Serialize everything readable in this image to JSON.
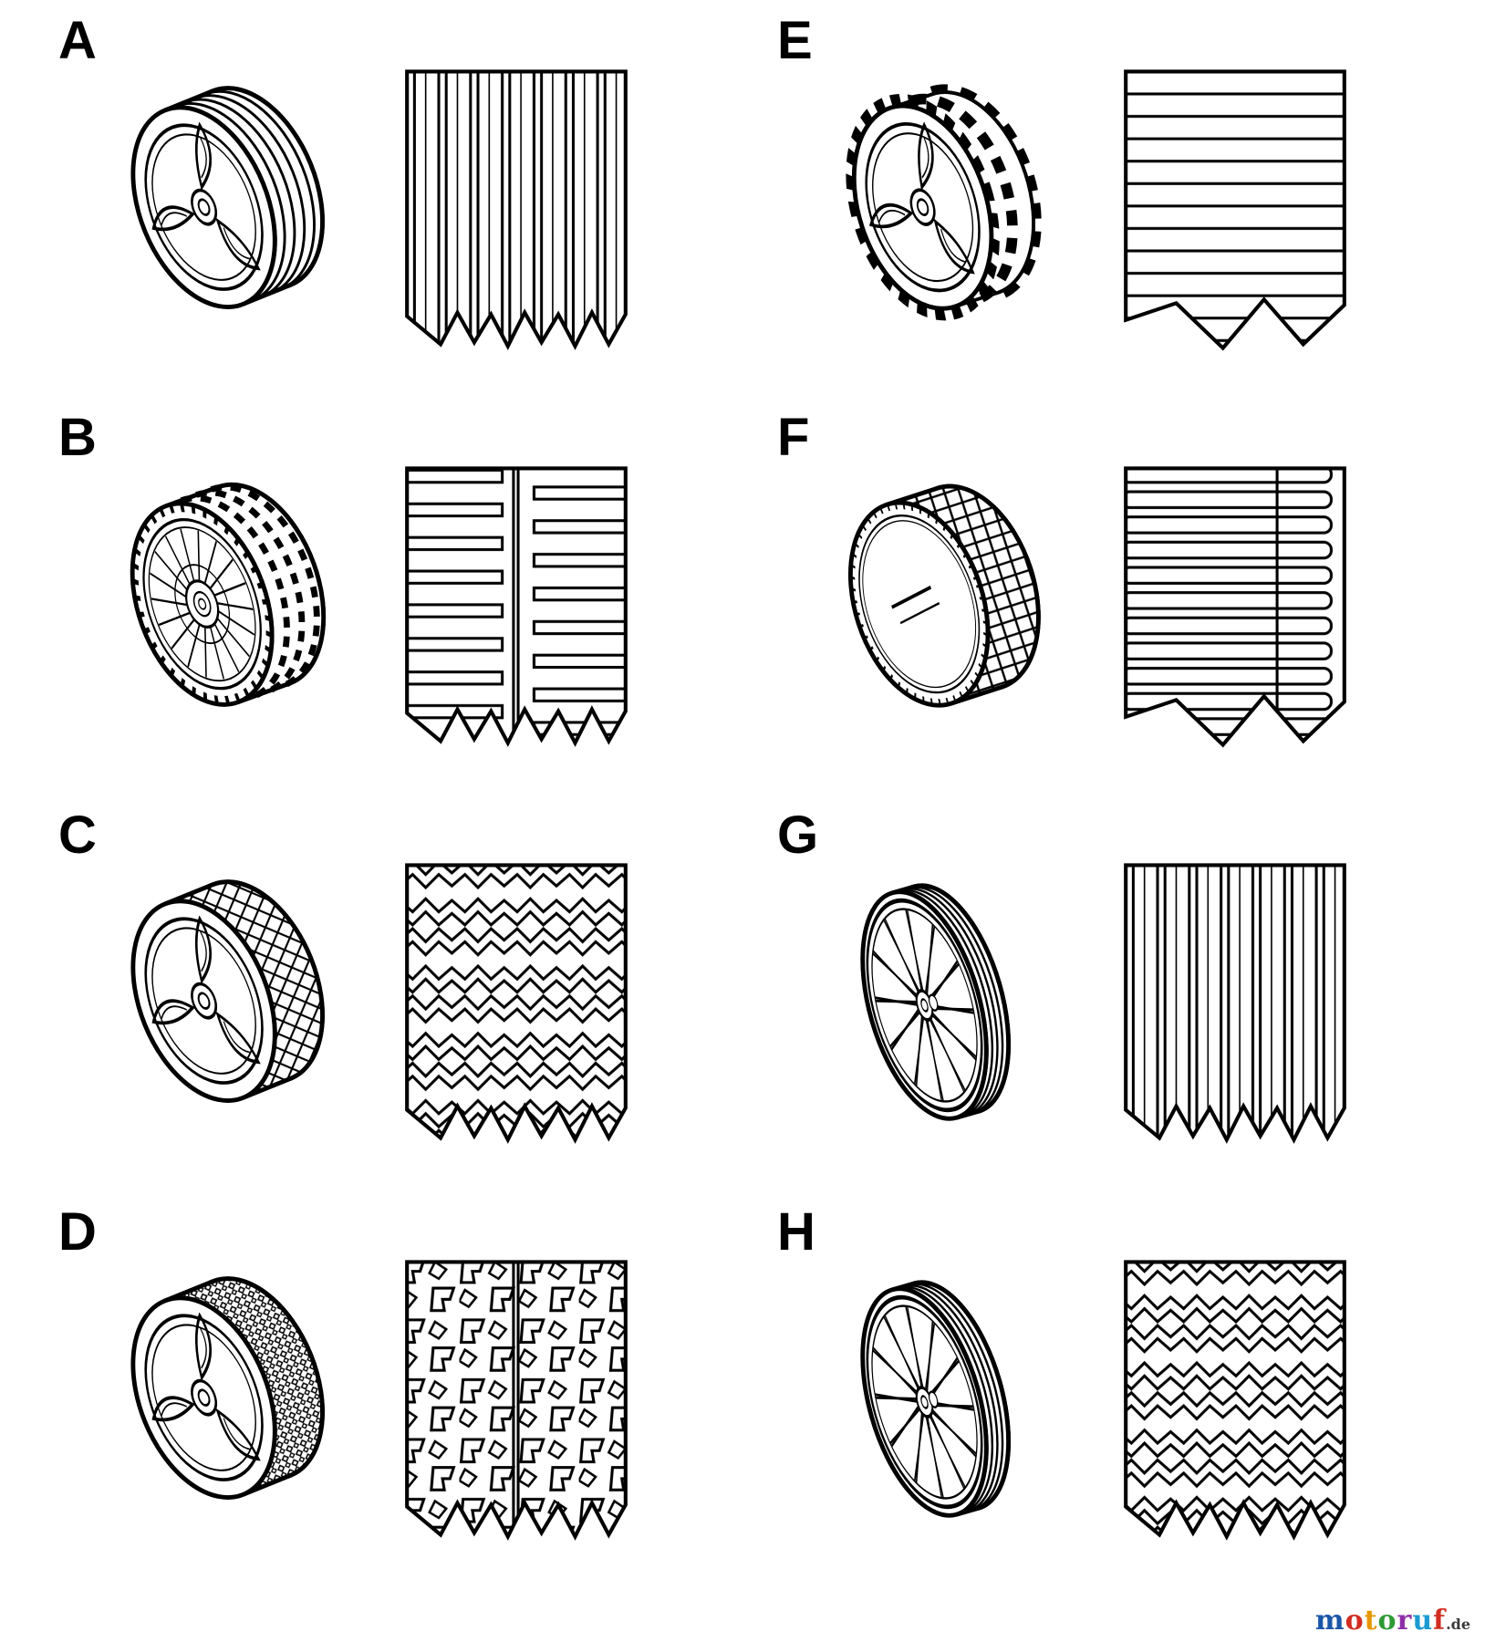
{
  "cells": [
    {
      "label": "A",
      "wheel": "tire-ribbed-swirl-hub-icon",
      "tread": "vertical-ribs"
    },
    {
      "label": "B",
      "wheel": "tire-block-fan-spoke-icon",
      "tread": "staggered-blocks"
    },
    {
      "label": "C",
      "wheel": "tire-crosshatch-swirl-hub-icon",
      "tread": "chevron"
    },
    {
      "label": "D",
      "wheel": "tire-knobby-swirl-hub-icon",
      "tread": "lug-blocks"
    },
    {
      "label": "E",
      "wheel": "tire-gear-lug-swirl-hub-icon",
      "tread": "horizontal-bars"
    },
    {
      "label": "F",
      "wheel": "tire-grid-disc-icon",
      "tread": "stacked-slats"
    },
    {
      "label": "G",
      "wheel": "wire-spoke-ribbed-icon",
      "tread": "vertical-ribs"
    },
    {
      "label": "H",
      "wheel": "wire-spoke-ribbed-icon",
      "tread": "chevron"
    }
  ],
  "watermark": {
    "letters": [
      {
        "ch": "m",
        "css": "color:#1a56a8"
      },
      {
        "ch": "o",
        "css": "color:#d22c20"
      },
      {
        "ch": "t",
        "css": "color:#e89600"
      },
      {
        "ch": "o",
        "css": "color:#2f9a35"
      },
      {
        "ch": "r",
        "css": "color:#8e2fa8"
      },
      {
        "ch": "u",
        "css": "color:#1a9ad2"
      },
      {
        "ch": "f",
        "css": "color:#d22c20"
      }
    ],
    "suffix": ".de",
    "suffix_css": "color:#3a3a3a;font-size:16px;letter-spacing:0"
  }
}
